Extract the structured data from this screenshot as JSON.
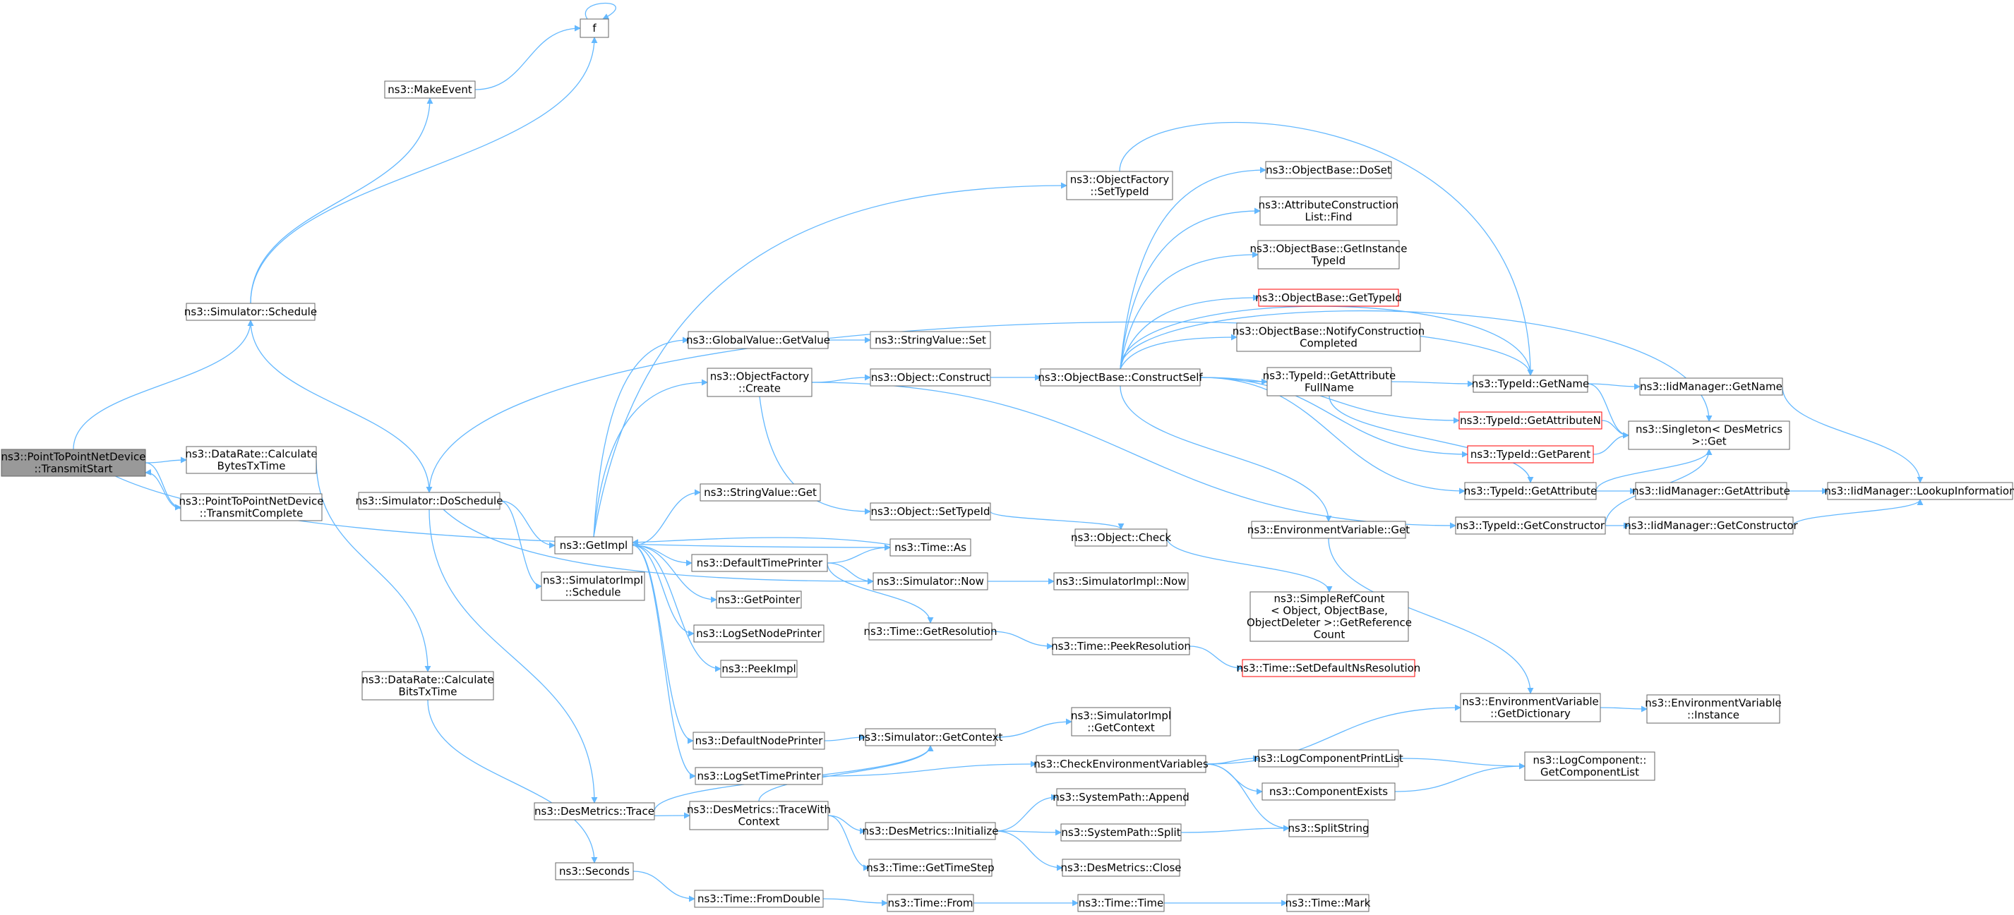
{
  "colors": {
    "edge": "#63b8ff",
    "node_border": "#666666",
    "node_fill": "#ffffff",
    "root_fill": "#999999",
    "warn_border": "#ff0000"
  },
  "nodes": [
    {
      "id": "root",
      "lines": [
        "ns3::PointToPointNetDevice",
        "::TransmitStart"
      ],
      "style": "root"
    },
    {
      "id": "dr_bytes",
      "lines": [
        "ns3::DataRate::Calculate",
        "BytesTxTime"
      ]
    },
    {
      "id": "p2p_complete",
      "lines": [
        "ns3::PointToPointNetDevice",
        "::TransmitComplete"
      ]
    },
    {
      "id": "sim_schedule",
      "lines": [
        "ns3::Simulator::Schedule"
      ]
    },
    {
      "id": "make_event",
      "lines": [
        "ns3::MakeEvent"
      ]
    },
    {
      "id": "f",
      "lines": [
        "f"
      ]
    },
    {
      "id": "sim_doschedule",
      "lines": [
        "ns3::Simulator::DoSchedule"
      ]
    },
    {
      "id": "dr_bits",
      "lines": [
        "ns3::DataRate::Calculate",
        "BitsTxTime"
      ]
    },
    {
      "id": "getimpl",
      "lines": [
        "ns3::GetImpl"
      ]
    },
    {
      "id": "simimpl_schedule",
      "lines": [
        "ns3::SimulatorImpl",
        "::Schedule"
      ]
    },
    {
      "id": "desm_trace",
      "lines": [
        "ns3::DesMetrics::Trace"
      ]
    },
    {
      "id": "seconds",
      "lines": [
        "ns3::Seconds"
      ]
    },
    {
      "id": "gv_getvalue",
      "lines": [
        "ns3::GlobalValue::GetValue"
      ]
    },
    {
      "id": "of_create",
      "lines": [
        "ns3::ObjectFactory",
        "::Create"
      ]
    },
    {
      "id": "sv_get",
      "lines": [
        "ns3::StringValue::Get"
      ]
    },
    {
      "id": "dtp",
      "lines": [
        "ns3::DefaultTimePrinter"
      ]
    },
    {
      "id": "getpointer",
      "lines": [
        "ns3::GetPointer"
      ]
    },
    {
      "id": "lsnp",
      "lines": [
        "ns3::LogSetNodePrinter"
      ]
    },
    {
      "id": "peekimpl",
      "lines": [
        "ns3::PeekImpl"
      ]
    },
    {
      "id": "dnp",
      "lines": [
        "ns3::DefaultNodePrinter"
      ]
    },
    {
      "id": "lstp",
      "lines": [
        "ns3::LogSetTimePrinter"
      ]
    },
    {
      "id": "desm_tracewith",
      "lines": [
        "ns3::DesMetrics::TraceWith",
        "Context"
      ]
    },
    {
      "id": "time_fromdouble",
      "lines": [
        "ns3::Time::FromDouble"
      ]
    },
    {
      "id": "sv_set",
      "lines": [
        "ns3::StringValue::Set"
      ]
    },
    {
      "id": "obj_construct",
      "lines": [
        "ns3::Object::Construct"
      ]
    },
    {
      "id": "obj_settypeid",
      "lines": [
        "ns3::Object::SetTypeId"
      ]
    },
    {
      "id": "time_as",
      "lines": [
        "ns3::Time::As"
      ]
    },
    {
      "id": "sim_now",
      "lines": [
        "ns3::Simulator::Now"
      ]
    },
    {
      "id": "time_getres",
      "lines": [
        "ns3::Time::GetResolution"
      ]
    },
    {
      "id": "sim_getcontext",
      "lines": [
        "ns3::Simulator::GetContext"
      ]
    },
    {
      "id": "desm_init",
      "lines": [
        "ns3::DesMetrics::Initialize"
      ]
    },
    {
      "id": "time_gettimestep",
      "lines": [
        "ns3::Time::GetTimeStep"
      ]
    },
    {
      "id": "time_from",
      "lines": [
        "ns3::Time::From"
      ]
    },
    {
      "id": "of_settypeid",
      "lines": [
        "ns3::ObjectFactory",
        "::SetTypeId"
      ]
    },
    {
      "id": "ob_constructself",
      "lines": [
        "ns3::ObjectBase::ConstructSelf"
      ]
    },
    {
      "id": "obj_check",
      "lines": [
        "ns3::Object::Check"
      ]
    },
    {
      "id": "simimpl_now",
      "lines": [
        "ns3::SimulatorImpl::Now"
      ]
    },
    {
      "id": "time_peekres",
      "lines": [
        "ns3::Time::PeekResolution"
      ]
    },
    {
      "id": "simimpl_getcontext",
      "lines": [
        "ns3::SimulatorImpl",
        "::GetContext"
      ]
    },
    {
      "id": "check_env",
      "lines": [
        "ns3::CheckEnvironmentVariables"
      ]
    },
    {
      "id": "sp_append",
      "lines": [
        "ns3::SystemPath::Append"
      ]
    },
    {
      "id": "sp_split",
      "lines": [
        "ns3::SystemPath::Split"
      ]
    },
    {
      "id": "desm_close",
      "lines": [
        "ns3::DesMetrics::Close"
      ]
    },
    {
      "id": "time_time",
      "lines": [
        "ns3::Time::Time"
      ]
    },
    {
      "id": "ob_doset",
      "lines": [
        "ns3::ObjectBase::DoSet"
      ]
    },
    {
      "id": "acl_find",
      "lines": [
        "ns3::AttributeConstruction",
        "List::Find"
      ]
    },
    {
      "id": "ob_getinstance",
      "lines": [
        "ns3::ObjectBase::GetInstance",
        "TypeId"
      ]
    },
    {
      "id": "ob_gettypeid",
      "lines": [
        "ns3::ObjectBase::GetTypeId"
      ],
      "style": "warn"
    },
    {
      "id": "ob_notify",
      "lines": [
        "ns3::ObjectBase::NotifyConstruction",
        "Completed"
      ]
    },
    {
      "id": "tid_getattrfull",
      "lines": [
        "ns3::TypeId::GetAttribute",
        "FullName"
      ]
    },
    {
      "id": "env_get",
      "lines": [
        "ns3::EnvironmentVariable::Get"
      ]
    },
    {
      "id": "src_getref",
      "lines": [
        "ns3::SimpleRefCount",
        "< Object, ObjectBase,",
        "ObjectDeleter >::GetReference",
        "Count"
      ]
    },
    {
      "id": "time_setdefres",
      "lines": [
        "ns3::Time::SetDefaultNsResolution"
      ],
      "style": "warn"
    },
    {
      "id": "lc_printlist",
      "lines": [
        "ns3::LogComponentPrintList"
      ]
    },
    {
      "id": "comp_exists",
      "lines": [
        "ns3::ComponentExists"
      ]
    },
    {
      "id": "splitstring",
      "lines": [
        "ns3::SplitString"
      ]
    },
    {
      "id": "time_mark",
      "lines": [
        "ns3::Time::Mark"
      ]
    },
    {
      "id": "tid_getname",
      "lines": [
        "ns3::TypeId::GetName"
      ]
    },
    {
      "id": "tid_getattrn",
      "lines": [
        "ns3::TypeId::GetAttributeN"
      ],
      "style": "warn"
    },
    {
      "id": "tid_getparent",
      "lines": [
        "ns3::TypeId::GetParent"
      ],
      "style": "warn"
    },
    {
      "id": "tid_getattr",
      "lines": [
        "ns3::TypeId::GetAttribute"
      ]
    },
    {
      "id": "tid_getconstructor",
      "lines": [
        "ns3::TypeId::GetConstructor"
      ]
    },
    {
      "id": "env_getdict",
      "lines": [
        "ns3::EnvironmentVariable",
        "::GetDictionary"
      ]
    },
    {
      "id": "lc_getlist",
      "lines": [
        "ns3::LogComponent::",
        "GetComponentList"
      ]
    },
    {
      "id": "iid_getname",
      "lines": [
        "ns3::IidManager::GetName"
      ]
    },
    {
      "id": "singleton_get",
      "lines": [
        "ns3::Singleton< DesMetrics",
        " >::Get"
      ]
    },
    {
      "id": "iid_getattr",
      "lines": [
        "ns3::IidManager::GetAttribute"
      ]
    },
    {
      "id": "iid_getconstructor",
      "lines": [
        "ns3::IidManager::GetConstructor"
      ]
    },
    {
      "id": "env_instance",
      "lines": [
        "ns3::EnvironmentVariable",
        "::Instance"
      ]
    },
    {
      "id": "iid_lookup",
      "lines": [
        "ns3::IidManager::LookupInformation"
      ]
    }
  ]
}
